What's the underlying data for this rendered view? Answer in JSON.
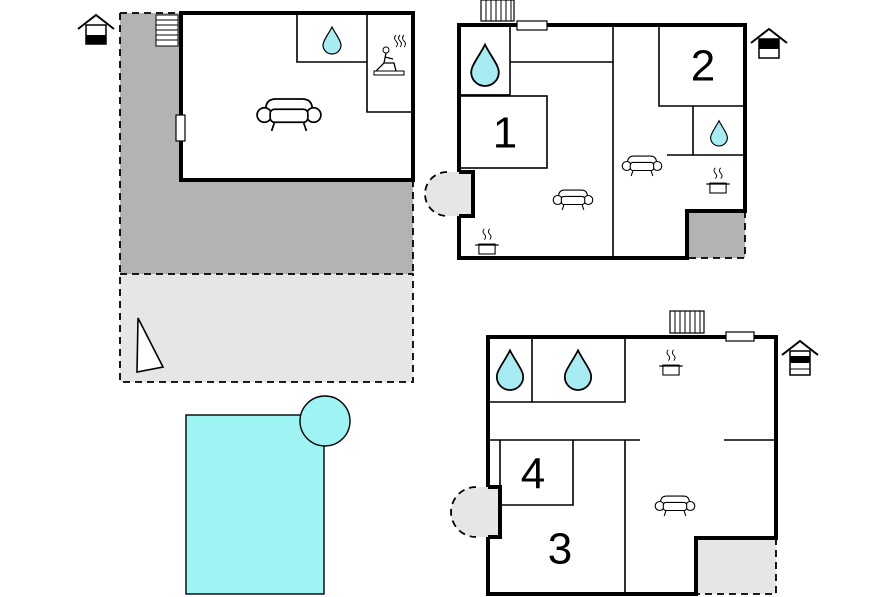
{
  "colors": {
    "background": "#ffffff",
    "wall": "#000000",
    "terrace": "#b3b3b3",
    "terrace_light": "#e6e6e6",
    "pool": "#9ef3f3",
    "water_drop": "#a6ecf2"
  },
  "rooms": [
    {
      "id": "bedroom-1",
      "label": "1"
    },
    {
      "id": "bedroom-2",
      "label": "2"
    },
    {
      "id": "bedroom-3",
      "label": "3"
    },
    {
      "id": "bedroom-4",
      "label": "4"
    }
  ],
  "icons": {
    "floor_marker": "house-floor-icon",
    "bathroom": "water-drop-icon",
    "living": "sofa-icon",
    "kitchen": "cooking-pot-icon",
    "sauna": "sauna-icon",
    "stairs": "stairs-icon",
    "window": "window-icon",
    "radiator": "radiator-icon"
  }
}
